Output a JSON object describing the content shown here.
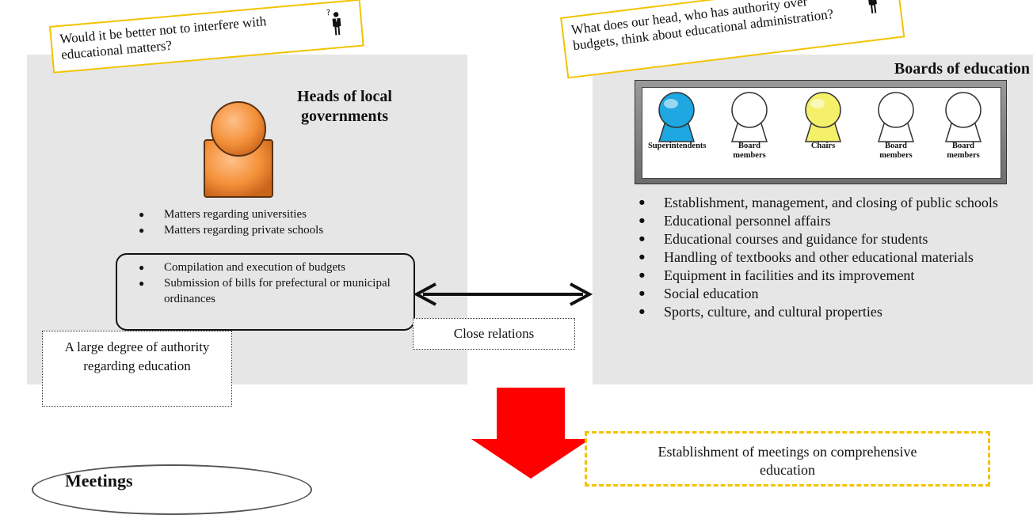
{
  "left": {
    "question": "Would it be better not to interfere with educational matters?",
    "heading": "Heads of local governments",
    "matters": [
      "Matters regarding universities",
      "Matters regarding private schools"
    ],
    "budget_items": [
      "Compilation and execution of budgets",
      "Submission of bills for prefectural or municipal ordinances"
    ],
    "authority_note": "A large degree of authority regarding education"
  },
  "relation": {
    "label": "Close relations"
  },
  "right": {
    "question": "What does our head, who has authority over budgets, think about educational administration?",
    "heading": "Boards of education",
    "members": [
      {
        "label": "Superintendents",
        "color": "#1ea7e0"
      },
      {
        "label": "Board members",
        "color": "#ffffff"
      },
      {
        "label": "Chairs",
        "color": "#f5f06a"
      },
      {
        "label": "Board members",
        "color": "#ffffff"
      },
      {
        "label": "Board members",
        "color": "#ffffff"
      }
    ],
    "duties": [
      "Establishment, management, and closing of public schools",
      "Educational personnel affairs",
      "Educational courses and guidance for students",
      "Handling of textbooks and other educational materials",
      "Equipment in facilities and its improvement",
      "Social education",
      "Sports, culture, and cultural properties"
    ]
  },
  "bottom": {
    "establishment": "Establishment of meetings on comprehensive education",
    "left_label": "Meetings"
  },
  "colors": {
    "arrow": "#ff0000",
    "head_figure": "#f4913a",
    "bubble_border": "#f2c300"
  }
}
